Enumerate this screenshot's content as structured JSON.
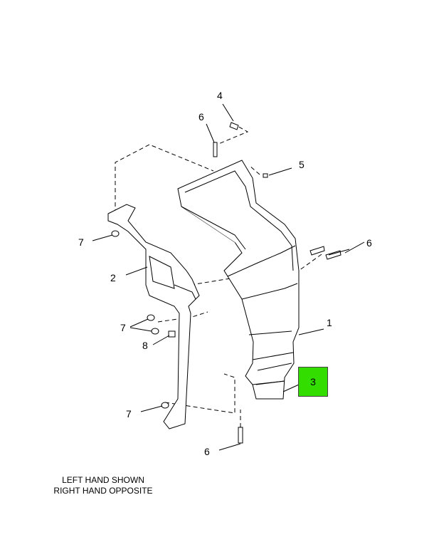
{
  "labels": {
    "item_1": "1",
    "item_2": "2",
    "item_3": "3",
    "item_4": "4",
    "item_5": "5",
    "item_6": "6",
    "item_7": "7",
    "item_8": "8"
  },
  "note": {
    "line1": "LEFT HAND SHOWN",
    "line2": "RIGHT HAND OPPOSITE"
  },
  "colors": {
    "highlight": "#33dd00",
    "line": "#000000"
  }
}
